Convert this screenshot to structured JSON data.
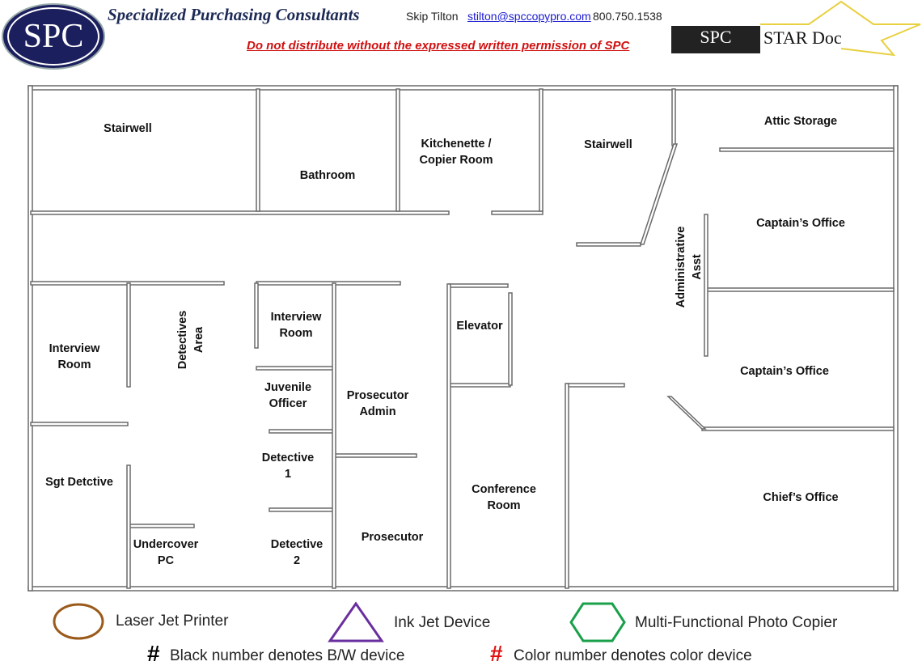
{
  "header": {
    "logo_text": "SPC",
    "company": "Specialized Purchasing Consultants",
    "contact_name": "Skip Tilton",
    "email": "stilton@spccopypro.com",
    "phone": "800.750.1538",
    "warning": "Do not distribute without the expressed written permission of SPC",
    "star_logo_text": "SPC",
    "star_doc": "STAR Doc"
  },
  "rooms": {
    "stairwell_1": [
      "Stairwell"
    ],
    "bathroom": [
      "Bathroom"
    ],
    "kitchenette": [
      "Kitchenette /",
      "Copier Room"
    ],
    "stairwell_2": [
      "Stairwell"
    ],
    "attic": [
      "Attic Storage"
    ],
    "captain_1": [
      "Captain’s Office"
    ],
    "admin_asst": [
      "Administrative",
      "Asst"
    ],
    "captain_2": [
      "Captain’s Office"
    ],
    "chief": [
      "Chief’s Office"
    ],
    "interview_1": [
      "Interview",
      "Room"
    ],
    "detectives_area": [
      "Detectives",
      "Area"
    ],
    "interview_2": [
      "Interview",
      "Room"
    ],
    "juvenile": [
      "Juvenile",
      "Officer"
    ],
    "prosecutor_admin": [
      "Prosecutor",
      "Admin"
    ],
    "elevator": [
      "Elevator"
    ],
    "sgt": [
      "Sgt Detctive"
    ],
    "detective_1": [
      "Detective",
      "1"
    ],
    "conference": [
      "Conference",
      "Room"
    ],
    "undercover": [
      "Undercover",
      "PC"
    ],
    "detective_2": [
      "Detective",
      "2"
    ],
    "prosecutor": [
      "Prosecutor"
    ]
  },
  "legend": {
    "laser": {
      "label": "Laser Jet Printer",
      "color": "#9a5a1a",
      "shape": "circle"
    },
    "inkjet": {
      "label": "Ink Jet Device",
      "color": "#6a2f9e",
      "shape": "triangle"
    },
    "mfp": {
      "label": "Multi-Functional Photo Copier",
      "color": "#1aa04a",
      "shape": "hexagon"
    },
    "bw_symbol": "#",
    "bw_note": "Black number denotes B/W device",
    "color_symbol": "#",
    "color_note": "Color number denotes color device",
    "color_symbol_color": "#e01010"
  }
}
